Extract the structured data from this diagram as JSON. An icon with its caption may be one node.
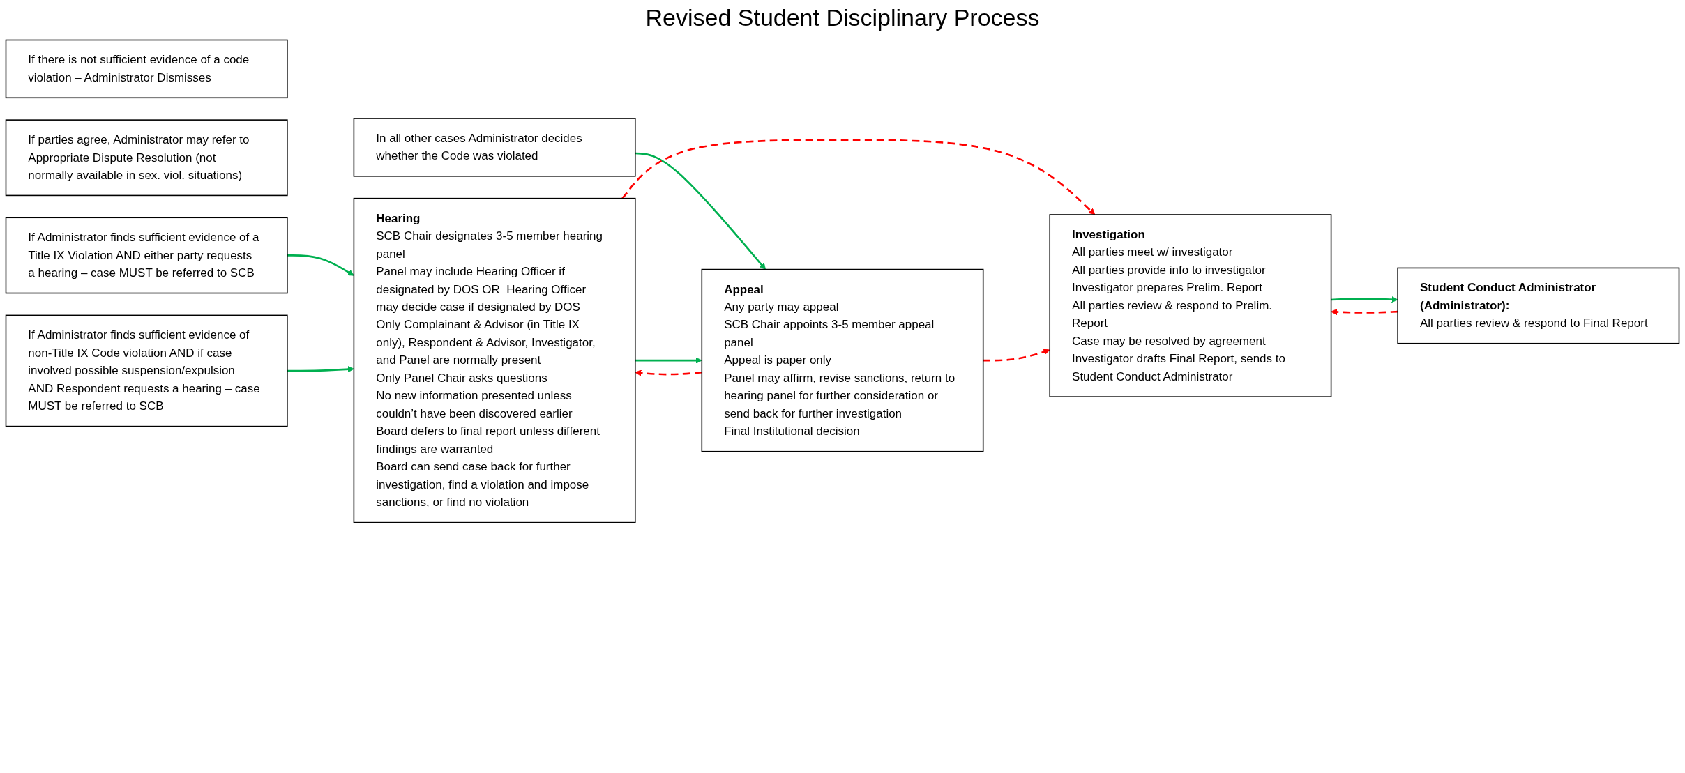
{
  "diagram": {
    "title": "Revised Student Disciplinary Process",
    "nodes": [
      {
        "text": [
          "Investigation",
          "All parties meet w/ investigator",
          "All parties provide info to investigator",
          "Investigator prepares Prelim. Report",
          "All parties review & respond to Prelim. Report",
          "Case may be resolved by agreement",
          "Investigator drafts Final Report, sends to Student Conduct Administrator"
        ]
      },
      {
        "text": [
          "Student Conduct Administrator (Administrator):",
          "All parties review & respond to Final Report"
        ]
      },
      {
        "text": [
          "If there is not sufficient evidence of a code violation – Administrator Dismisses"
        ]
      },
      {
        "text": [
          "If parties agree, Administrator may refer to Appropriate Dispute Resolution (not normally available in sex. viol. situations)"
        ]
      },
      {
        "text": [
          "If Administrator finds sufficient evidence of a Title IX Violation AND either party requests a hearing – case MUST be referred to SCB"
        ]
      },
      {
        "text": [
          "If Administrator finds sufficient evidence of non-Title IX Code violation AND if case involved possible suspension/expulsion AND Respondent requests a hearing – case MUST be referred to SCB"
        ]
      },
      {
        "text": [
          "In all other cases Administrator decides whether the Code was violated"
        ]
      },
      {
        "text": [
          "Hearing",
          "SCB Chair designates 3-5 member hearing panel",
          "Panel may include Hearing Officer if designated by DOS OR  Hearing Officer may decide case if designated by DOS",
          "Only Complainant & Advisor (in Title IX only), Respondent & Advisor, Investigator, and Panel are normally present",
          "Only Panel Chair asks questions",
          "No new information presented unless couldn’t have been discovered earlier",
          "Board defers to final report unless different findings are warranted",
          "Board can send case back for further investigation, find a violation and impose sanctions, or find no violation"
        ]
      },
      {
        "text": [
          "Appeal",
          "Any party may appeal",
          "SCB Chair appoints 3-5 member appeal panel",
          "Appeal is paper only",
          "Panel may affirm, revise sanctions, return to hearing panel for further consideration or send back for further investigation",
          "Final Institutional decision"
        ]
      }
    ],
    "edges": [
      {
        "from": 0,
        "to": 1,
        "arrow": "to"
      },
      {
        "from": 1,
        "to": 0,
        "arrow": "to",
        "style": "dashed",
        "color": "#ff0000"
      },
      {
        "from": 4,
        "to": 7,
        "arrow": "to"
      },
      {
        "from": 5,
        "to": 7,
        "arrow": "to"
      },
      {
        "from": 6,
        "to": 8,
        "arrow": "to"
      },
      {
        "from": 7,
        "to": 8,
        "arrow": "to"
      },
      {
        "from": 8,
        "to": 7,
        "arrow": "to",
        "style": "dashed",
        "color": "#ff0000"
      },
      {
        "from": 7,
        "to": 0,
        "arrow": "to",
        "style": "dashed",
        "color": "#ff0000"
      },
      {
        "from": 8,
        "to": 0,
        "arrow": "to",
        "style": "dashed",
        "color": "#ff0000"
      }
    ]
  }
}
